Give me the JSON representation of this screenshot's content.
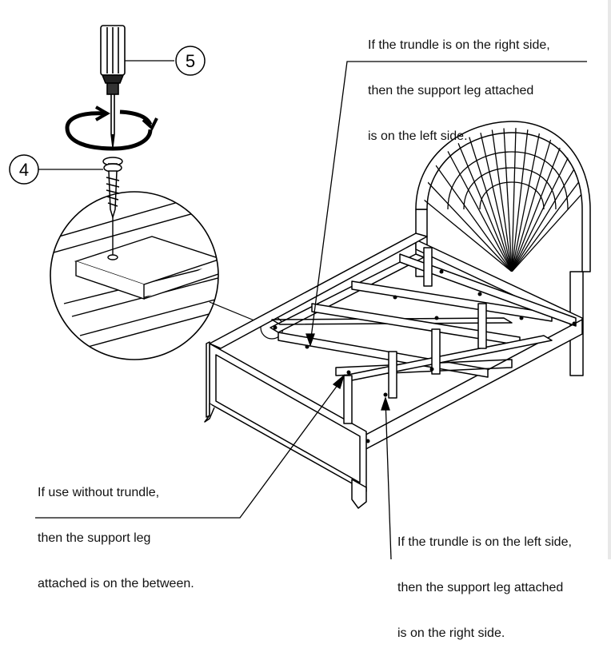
{
  "callouts": {
    "screwdriver": "5",
    "screw": "4"
  },
  "notes": {
    "right_side": {
      "line1": "If the trundle is on the right side,",
      "line2": "then the support leg attached",
      "line3": "is on the left side."
    },
    "between": {
      "line1": "If use without trundle,",
      "line2": "then the support leg",
      "line3": "attached is on the between."
    },
    "left_side": {
      "line1": "If the trundle is on the left side,",
      "line2": "then the support leg attached",
      "line3": "is on the right side."
    }
  }
}
